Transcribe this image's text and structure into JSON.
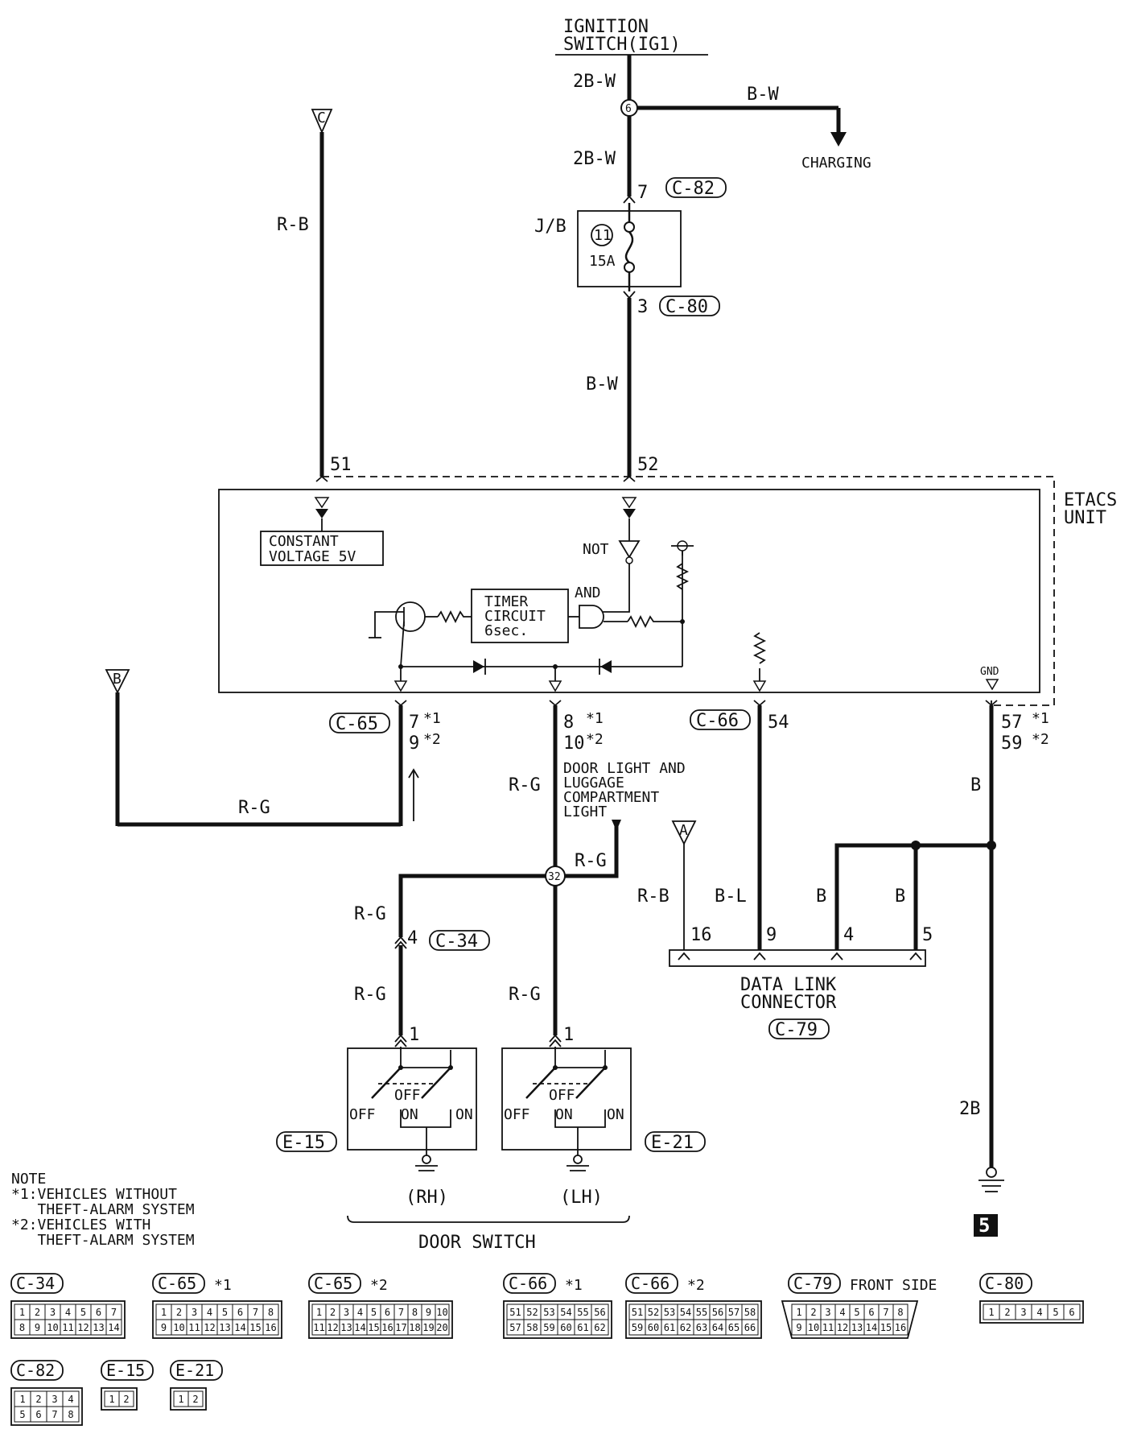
{
  "source": {
    "ignition_switch": [
      "IGNITION",
      "SWITCH(IG1)"
    ]
  },
  "wire_colors": {
    "top": "2B-W",
    "branch": "B-W",
    "jb_in": "2B-W",
    "jb_out": "B-W",
    "terminal_51": "R-B",
    "b_link": "R-G",
    "door_light": "R-G",
    "door_trunk": "R-G",
    "rh_upper": "R-G",
    "rh_lower": "R-G",
    "lh": "R-G",
    "gnd_main": "B",
    "gnd_lower": "2B",
    "dlc_16": "R-B",
    "dlc_9": "B-L",
    "dlc_4": "B",
    "dlc_5": "B"
  },
  "labels": {
    "charging": "CHARGING",
    "jb": "J/B",
    "fuse_no": "11",
    "fuse_rating": "15A",
    "splice_6": "6",
    "splice_32": "32",
    "etacs": [
      "ETACS",
      "UNIT"
    ],
    "constant_voltage": [
      "CONSTANT",
      "VOLTAGE 5V"
    ],
    "not_gate": "NOT",
    "and_gate": "AND",
    "timer": [
      "TIMER",
      "CIRCUIT",
      "6sec."
    ],
    "gnd": "GND",
    "door_light": [
      "DOOR LIGHT AND",
      "LUGGAGE",
      "COMPARTMENT",
      "LIGHT"
    ],
    "dlc": [
      "DATA LINK",
      "CONNECTOR"
    ],
    "rh": "(RH)",
    "lh": "(LH)",
    "door_switch": "DOOR SWITCH",
    "off": "OFF",
    "on": "ON",
    "ground_no": "5",
    "note": [
      "NOTE",
      "*1:VEHICLES WITHOUT",
      "   THEFT-ALARM SYSTEM",
      "*2:VEHICLES WITH",
      "   THEFT-ALARM SYSTEM"
    ]
  },
  "connectors": {
    "c82": "C-82",
    "c80": "C-80",
    "c65": "C-65",
    "c66": "C-66",
    "c34": "C-34",
    "c79": "C-79",
    "e15": "E-15",
    "e21": "E-21"
  },
  "terminals": {
    "c82_pin": "7",
    "c80_pin": "3",
    "t51": "51",
    "t52": "52",
    "c65_a": "7",
    "c65_a_star": "*1",
    "c65_b": "9",
    "c65_b_star": "*2",
    "t8": "8",
    "t8_star": "*1",
    "t10": "10",
    "t10_star": "*2",
    "t54": "54",
    "t57": "57",
    "t57_star": "*1",
    "t59": "59",
    "t59_star": "*2",
    "c34_pin": "4",
    "rh_pin": "1",
    "lh_pin": "1",
    "dlc_16": "16",
    "dlc_9": "9",
    "dlc_4": "4",
    "dlc_5": "5",
    "offpage_c": "C",
    "offpage_b": "B",
    "offpage_a": "A"
  },
  "connector_views": {
    "c34": {
      "tag": "C-34",
      "note": "",
      "rows": [
        [
          "1",
          "2",
          "3",
          "4",
          "5",
          "6",
          "7"
        ],
        [
          "8",
          "9",
          "10",
          "11",
          "12",
          "13",
          "14"
        ]
      ]
    },
    "c65_1": {
      "tag": "C-65",
      "note": "*1",
      "rows": [
        [
          "1",
          "2",
          "3",
          "4",
          "5",
          "6",
          "7",
          "8"
        ],
        [
          "9",
          "10",
          "11",
          "12",
          "13",
          "14",
          "15",
          "16"
        ]
      ]
    },
    "c65_2": {
      "tag": "C-65",
      "note": "*2",
      "rows": [
        [
          "1",
          "2",
          "3",
          "4",
          "5",
          "6",
          "7",
          "8",
          "9",
          "10"
        ],
        [
          "11",
          "12",
          "13",
          "14",
          "15",
          "16",
          "17",
          "18",
          "19",
          "20"
        ]
      ]
    },
    "c66_1": {
      "tag": "C-66",
      "note": "*1",
      "rows": [
        [
          "51",
          "52",
          "53",
          "54",
          "55",
          "56"
        ],
        [
          "57",
          "58",
          "59",
          "60",
          "61",
          "62"
        ]
      ]
    },
    "c66_2": {
      "tag": "C-66",
      "note": "*2",
      "rows": [
        [
          "51",
          "52",
          "53",
          "54",
          "55",
          "56",
          "57",
          "58"
        ],
        [
          "59",
          "60",
          "61",
          "62",
          "63",
          "64",
          "65",
          "66"
        ]
      ]
    },
    "c79": {
      "tag": "C-79",
      "note": "FRONT SIDE",
      "rows": [
        [
          "1",
          "2",
          "3",
          "4",
          "5",
          "6",
          "7",
          "8"
        ],
        [
          "9",
          "10",
          "11",
          "12",
          "13",
          "14",
          "15",
          "16"
        ]
      ]
    },
    "c80": {
      "tag": "C-80",
      "note": "",
      "rows": [
        [
          "1",
          "2",
          "3",
          "4",
          "5",
          "6"
        ]
      ]
    },
    "c82": {
      "tag": "C-82",
      "note": "",
      "rows": [
        [
          "1",
          "2",
          "3",
          "4"
        ],
        [
          "5",
          "6",
          "7",
          "8"
        ]
      ]
    },
    "e15": {
      "tag": "E-15",
      "note": "",
      "rows": [
        [
          "1",
          "2"
        ]
      ]
    },
    "e21": {
      "tag": "E-21",
      "note": "",
      "rows": [
        [
          "1",
          "2"
        ]
      ]
    }
  }
}
